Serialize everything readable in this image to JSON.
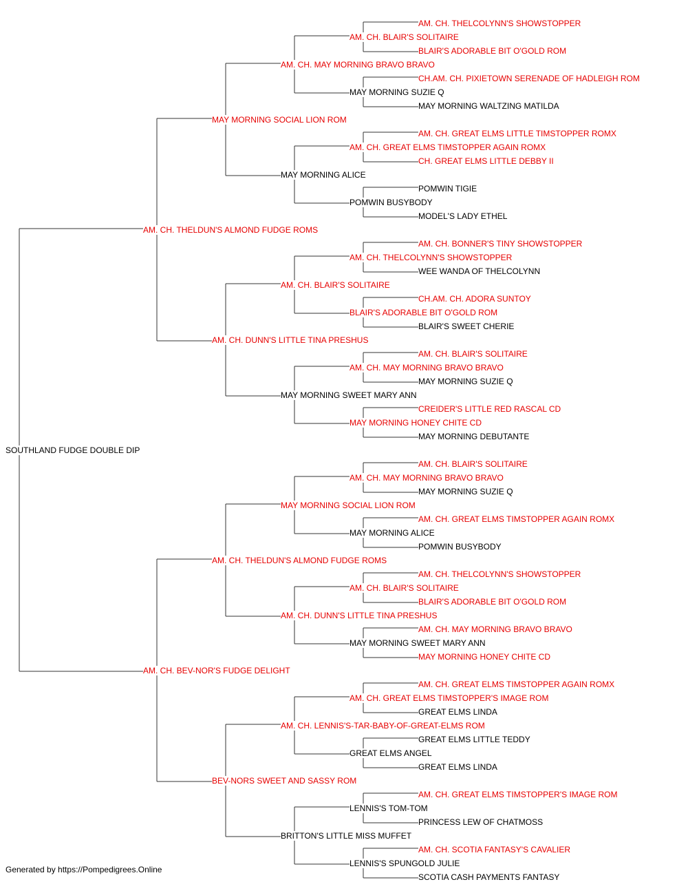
{
  "colors": {
    "champion": "#e60000",
    "regular": "#000000",
    "line": "#333333"
  },
  "pedigree": {
    "subject": "SOUTHLAND FUDGE DOUBLE DIP",
    "generations": [
      [
        {
          "name": "AM. CH. THELDUN'S ALMOND FUDGE ROMS",
          "champion": true
        },
        {
          "name": "AM. CH. BEV-NOR'S FUDGE DELIGHT",
          "champion": true
        }
      ],
      [
        {
          "name": "MAY MORNING SOCIAL LION ROM",
          "champion": true
        },
        {
          "name": "AM. CH. DUNN'S LITTLE TINA PRESHUS",
          "champion": true
        },
        {
          "name": "AM. CH. THELDUN'S ALMOND FUDGE ROMS",
          "champion": true
        },
        {
          "name": "BEV-NORS SWEET AND SASSY ROM",
          "champion": true
        }
      ],
      [
        {
          "name": "AM. CH. MAY MORNING BRAVO BRAVO",
          "champion": true
        },
        {
          "name": "MAY MORNING ALICE",
          "champion": false
        },
        {
          "name": "AM. CH. BLAIR'S SOLITAIRE",
          "champion": true
        },
        {
          "name": "MAY MORNING SWEET MARY ANN",
          "champion": false
        },
        {
          "name": "MAY MORNING SOCIAL LION ROM",
          "champion": true
        },
        {
          "name": "AM. CH. DUNN'S LITTLE TINA PRESHUS",
          "champion": true
        },
        {
          "name": "AM. CH. LENNIS'S-TAR-BABY-OF-GREAT-ELMS ROM",
          "champion": true
        },
        {
          "name": "BRITTON'S LITTLE MISS MUFFET",
          "champion": false
        }
      ],
      [
        {
          "name": "AM. CH. BLAIR'S SOLITAIRE",
          "champion": true
        },
        {
          "name": "MAY MORNING SUZIE Q",
          "champion": false
        },
        {
          "name": "AM. CH. GREAT ELMS TIMSTOPPER AGAIN ROMX",
          "champion": true
        },
        {
          "name": "POMWIN BUSYBODY",
          "champion": false
        },
        {
          "name": "AM. CH. THELCOLYNN'S SHOWSTOPPER",
          "champion": true
        },
        {
          "name": "BLAIR'S ADORABLE BIT O'GOLD ROM",
          "champion": true
        },
        {
          "name": "AM. CH. MAY MORNING BRAVO BRAVO",
          "champion": true
        },
        {
          "name": "MAY MORNING HONEY CHITE CD",
          "champion": true
        },
        {
          "name": "AM. CH. MAY MORNING BRAVO BRAVO",
          "champion": true
        },
        {
          "name": "MAY MORNING ALICE",
          "champion": false
        },
        {
          "name": "AM. CH. BLAIR'S SOLITAIRE",
          "champion": true
        },
        {
          "name": "MAY MORNING SWEET MARY ANN",
          "champion": false
        },
        {
          "name": "AM. CH. GREAT ELMS TIMSTOPPER'S IMAGE ROM",
          "champion": true
        },
        {
          "name": "GREAT ELMS ANGEL",
          "champion": false
        },
        {
          "name": "LENNIS'S TOM-TOM",
          "champion": false
        },
        {
          "name": "LENNIS'S SPUNGOLD JULIE",
          "champion": false
        }
      ],
      [
        {
          "name": "AM. CH. THELCOLYNN'S SHOWSTOPPER",
          "champion": true
        },
        {
          "name": "BLAIR'S ADORABLE BIT O'GOLD ROM",
          "champion": true
        },
        {
          "name": "CH.AM. CH. PIXIETOWN SERENADE OF HADLEIGH ROM",
          "champion": true
        },
        {
          "name": "MAY MORNING WALTZING MATILDA",
          "champion": false
        },
        {
          "name": "AM. CH. GREAT ELMS LITTLE TIMSTOPPER ROMX",
          "champion": true
        },
        {
          "name": "CH. GREAT ELMS LITTLE DEBBY II",
          "champion": true
        },
        {
          "name": "POMWIN TIGIE",
          "champion": false
        },
        {
          "name": "MODEL'S LADY ETHEL",
          "champion": false
        },
        {
          "name": "AM. CH. BONNER'S TINY SHOWSTOPPER",
          "champion": true
        },
        {
          "name": "WEE WANDA OF THELCOLYNN",
          "champion": false
        },
        {
          "name": "CH.AM. CH. ADORA SUNTOY",
          "champion": true
        },
        {
          "name": "BLAIR'S SWEET CHERIE",
          "champion": false
        },
        {
          "name": "AM. CH. BLAIR'S SOLITAIRE",
          "champion": true
        },
        {
          "name": "MAY MORNING SUZIE Q",
          "champion": false
        },
        {
          "name": "CREIDER'S LITTLE RED RASCAL CD",
          "champion": true
        },
        {
          "name": "MAY MORNING DEBUTANTE",
          "champion": false
        },
        {
          "name": "AM. CH. BLAIR'S SOLITAIRE",
          "champion": true
        },
        {
          "name": "MAY MORNING SUZIE Q",
          "champion": false
        },
        {
          "name": "AM. CH. GREAT ELMS TIMSTOPPER AGAIN ROMX",
          "champion": true
        },
        {
          "name": "POMWIN BUSYBODY",
          "champion": false
        },
        {
          "name": "AM. CH. THELCOLYNN'S SHOWSTOPPER",
          "champion": true
        },
        {
          "name": "BLAIR'S ADORABLE BIT O'GOLD ROM",
          "champion": true
        },
        {
          "name": "AM. CH. MAY MORNING BRAVO BRAVO",
          "champion": true
        },
        {
          "name": "MAY MORNING HONEY CHITE CD",
          "champion": true
        },
        {
          "name": "AM. CH. GREAT ELMS TIMSTOPPER AGAIN ROMX",
          "champion": true
        },
        {
          "name": "GREAT ELMS LINDA",
          "champion": false
        },
        {
          "name": "GREAT ELMS LITTLE TEDDY",
          "champion": false
        },
        {
          "name": "GREAT ELMS LINDA",
          "champion": false
        },
        {
          "name": "AM. CH. GREAT ELMS TIMSTOPPER'S IMAGE ROM",
          "champion": true
        },
        {
          "name": "PRINCESS LEW OF CHATMOSS",
          "champion": false
        },
        {
          "name": "AM. CH. SCOTIA FANTASY'S CAVALIER",
          "champion": true
        },
        {
          "name": "SCOTIA CASH PAYMENTS FANTASY",
          "champion": false
        }
      ]
    ]
  },
  "footer": {
    "text": "Generated by https://Pompedigrees.Online"
  }
}
